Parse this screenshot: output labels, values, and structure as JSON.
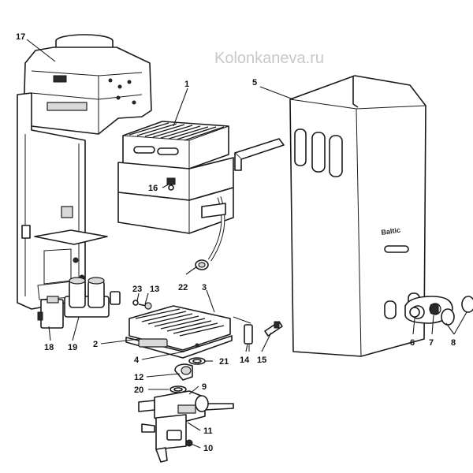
{
  "watermark": "Kolonkaneva.ru",
  "brand_badge": "Baltic",
  "callouts": {
    "c1": "1",
    "c2": "2",
    "c3": "3",
    "c4": "4",
    "c5": "5",
    "c6": "6",
    "c7": "7",
    "c8": "8",
    "c9": "9",
    "c10": "10",
    "c11": "11",
    "c12": "12",
    "c13": "13",
    "c14": "14",
    "c15": "15",
    "c16": "16",
    "c17": "17",
    "c18": "18",
    "c19": "19",
    "c20": "20",
    "c21": "21",
    "c22": "22",
    "c23": "23"
  }
}
